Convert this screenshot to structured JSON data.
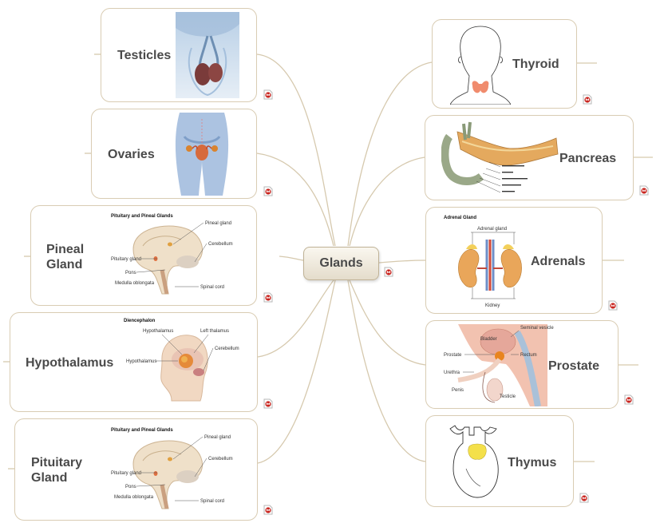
{
  "center": {
    "label": "Glands"
  },
  "nodes": [
    {
      "id": "testicles",
      "label": "Testicles"
    },
    {
      "id": "ovaries",
      "label": "Ovaries"
    },
    {
      "id": "pineal",
      "label_line1": "Pineal",
      "label_line2": "Gland",
      "diagram": {
        "title": "Pituitary and Pineal Glands",
        "pineal": "Pineal gland",
        "cerebellum": "Cerebellum",
        "pituitary": "Pituitary gland",
        "pons": "Pons",
        "medulla": "Medulla oblongata",
        "spinal": "Spinal cord"
      }
    },
    {
      "id": "hypothalamus",
      "label": "Hypothalamus",
      "diagram": {
        "title": "Diencephalon",
        "hypothalamus_top": "Hypothalamus",
        "left_thalamus": "Left thalamus",
        "cerebellum": "Cerebellum",
        "hypothalamus_left": "Hypothalamus"
      }
    },
    {
      "id": "pituitary",
      "label_line1": "Pituitary",
      "label_line2": "Gland",
      "diagram": {
        "title": "Pituitary and Pineal Glands",
        "pineal": "Pineal gland",
        "cerebellum": "Cerebellum",
        "pituitary": "Pituitary gland",
        "pons": "Pons",
        "medulla": "Medulla oblongata",
        "spinal": "Spinal cord"
      }
    },
    {
      "id": "thyroid",
      "label": "Thyroid"
    },
    {
      "id": "pancreas",
      "label": "Pancreas"
    },
    {
      "id": "adrenals",
      "label": "Adrenals",
      "diagram": {
        "title": "Adrenal Gland",
        "top": "Adrenal gland",
        "bottom": "Kidney"
      }
    },
    {
      "id": "prostate",
      "label": "Prostate",
      "diagram": {
        "bladder": "Bladder",
        "seminal": "Seminal vesicle",
        "prostate": "Prostate",
        "rectum": "Rectum",
        "urethra": "Urethra",
        "penis": "Penis",
        "testicle": "Testicle"
      }
    },
    {
      "id": "thymus",
      "label": "Thymus"
    }
  ],
  "icons": {
    "note": "note-icon"
  },
  "colors": {
    "branch": "#d6c9ae",
    "border": "#d9ccb3",
    "text": "#4a4a4a",
    "note_red": "#c8221c"
  }
}
